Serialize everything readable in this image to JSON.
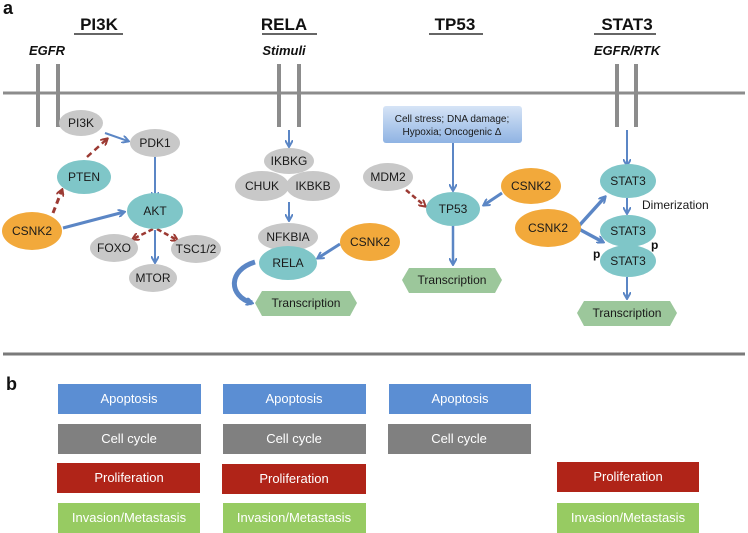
{
  "panels": {
    "a": "a",
    "b": "b"
  },
  "colors": {
    "node_gray": "#c8c8c8",
    "node_teal": "#7fc6c8",
    "node_orange": "#f2a93b",
    "arrow_blue": "#5b86c5",
    "arrow_red": "#9c3a33",
    "transcription_green": "#9cc79b",
    "stress_box_blue": "#a9c6ec",
    "membrane_gray": "#8c8c8c",
    "apoptosis": "#5b8ed3",
    "cell_cycle": "#808080",
    "proliferation": "#b02418",
    "invasion": "#97cb62"
  },
  "pathways": [
    {
      "title": "PI3K",
      "stimulus": "EGFR"
    },
    {
      "title": "RELA",
      "stimulus": "Stimuli"
    },
    {
      "title": "TP53",
      "stimulus": ""
    },
    {
      "title": "STAT3",
      "stimulus": "EGFR/RTK"
    }
  ],
  "pi3k": {
    "nodes": {
      "pi3k": "PI3K",
      "pdk1": "PDK1",
      "pten": "PTEN",
      "akt": "AKT",
      "csnk2": "CSNK2",
      "foxo": "FOXO",
      "tsc": "TSC1/2",
      "mtor": "MTOR"
    }
  },
  "rela": {
    "nodes": {
      "ikbkg": "IKBKG",
      "chuk": "CHUK",
      "ikbkb": "IKBKB",
      "nfkbia": "NFKBIA",
      "rela": "RELA",
      "csnk2": "CSNK2",
      "transcription": "Transcription"
    }
  },
  "tp53": {
    "stress_line1": "Cell stress; DNA damage;",
    "stress_line2": "Hypoxia; Oncogenic Δ",
    "nodes": {
      "mdm2": "MDM2",
      "tp53": "TP53",
      "csnk2": "CSNK2",
      "transcription": "Transcription"
    }
  },
  "stat3": {
    "nodes": {
      "stat3_mono": "STAT3",
      "csnk2": "CSNK2",
      "stat3_d1": "STAT3",
      "stat3_d2": "STAT3",
      "transcription": "Transcription"
    },
    "dimerization": "Dimerization",
    "p1": "p",
    "p2": "p"
  },
  "outcomes": {
    "columns": [
      {
        "pathway": "PI3K",
        "items": [
          "Apoptosis",
          "Cell cycle",
          "Proliferation",
          "Invasion/Metastasis"
        ]
      },
      {
        "pathway": "RELA",
        "items": [
          "Apoptosis",
          "Cell cycle",
          "Proliferation",
          "Invasion/Metastasis"
        ]
      },
      {
        "pathway": "TP53",
        "items": [
          "Apoptosis",
          "Cell cycle"
        ]
      },
      {
        "pathway": "STAT3",
        "items": [
          "Proliferation",
          "Invasion/Metastasis"
        ]
      }
    ],
    "labels": {
      "apoptosis": "Apoptosis",
      "cell_cycle": "Cell cycle",
      "proliferation": "Proliferation",
      "invasion": "Invasion/Metastasis"
    }
  }
}
